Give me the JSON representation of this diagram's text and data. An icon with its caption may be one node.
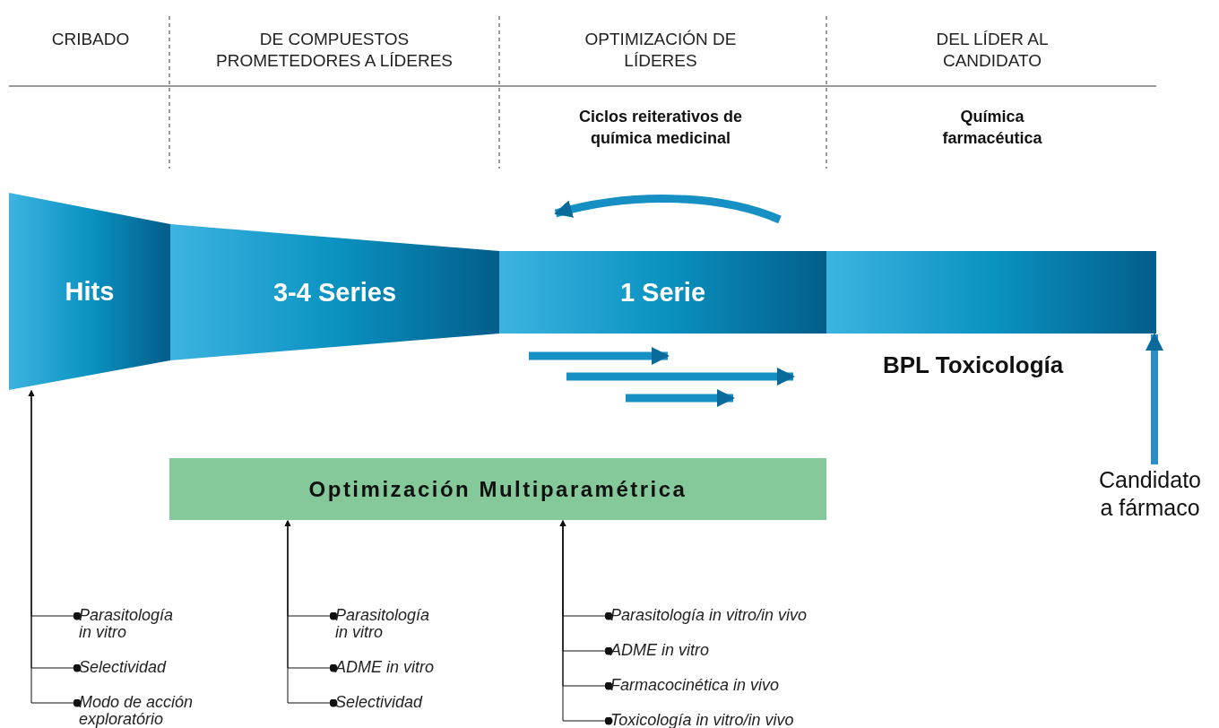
{
  "diagram": {
    "nodes": [
      {
        "text": [
          "Hits"
        ]
      },
      {
        "text": [
          "3-4 Series"
        ]
      },
      {
        "text": [
          "1 Serie"
        ]
      },
      {
        "text": [],
        "shape": "bar",
        "beside": [
          "BPL Toxicología"
        ]
      },
      {
        "text": [
          "Optimización Multiparamétrica"
        ]
      },
      {
        "text": [
          "Candidato a fármaco"
        ]
      },
      {
        "text": [
          "Parasitología in vitro"
        ]
      },
      {
        "text": [
          "Selectividad"
        ]
      },
      {
        "text": [
          "Modo de acción exploratório"
        ]
      },
      {
        "text": [
          "Parasitología in vitro"
        ]
      },
      {
        "text": [
          "ADME in vitro"
        ]
      },
      {
        "text": [
          "Selectividad"
        ]
      },
      {
        "text": [
          "Parasitología in vitro/in vivo"
        ]
      },
      {
        "text": [
          "ADME in vitro"
        ]
      },
      {
        "text": [
          "Farmacocinética in vivo"
        ]
      },
      {
        "text": [
          "Toxicología in vitro/in vivo"
        ]
      }
    ],
    "edges": [
      {
        "from": 5,
        "to": 3,
        "arrow": "to",
        "style": "thick",
        "color": "#2a8fc4"
      },
      {
        "from": 6,
        "to": 0,
        "arrow": "to"
      },
      {
        "from": 7,
        "to": 0,
        "arrow": "to"
      },
      {
        "from": 8,
        "to": 0,
        "arrow": "to"
      },
      {
        "from": 9,
        "to": 4,
        "arrow": "to"
      },
      {
        "from": 10,
        "to": 4,
        "arrow": "to"
      },
      {
        "from": 11,
        "to": 4,
        "arrow": "to"
      },
      {
        "from": 12,
        "to": 4,
        "arrow": "to"
      },
      {
        "from": 13,
        "to": 4,
        "arrow": "to"
      },
      {
        "from": 14,
        "to": 4,
        "arrow": "to"
      },
      {
        "from": 15,
        "to": 4,
        "arrow": "to"
      }
    ],
    "labels": [
      "CRIBADO",
      "DE COMPUESTOS PROMETEDORES A LÍDERES",
      "OPTIMIZACIÓN DE LÍDERES",
      "DEL LÍDER AL CANDIDATO",
      "Ciclos reiterativos de química medicinal",
      "Química farmacéutica"
    ]
  }
}
